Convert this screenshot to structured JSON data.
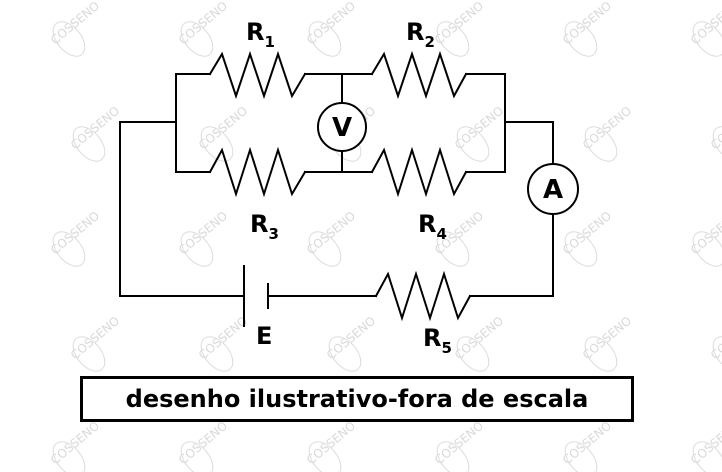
{
  "watermark": {
    "text": "COSSENO",
    "color": "#d9d9d9"
  },
  "components": {
    "R1": {
      "letter": "R",
      "index": "1"
    },
    "R2": {
      "letter": "R",
      "index": "2"
    },
    "R3": {
      "letter": "R",
      "index": "3"
    },
    "R4": {
      "letter": "R",
      "index": "4"
    },
    "R5": {
      "letter": "R",
      "index": "5"
    },
    "voltmeter": {
      "symbol": "V"
    },
    "ammeter": {
      "symbol": "A"
    },
    "battery": {
      "label": "E"
    }
  },
  "caption": "desenho ilustrativo-fora de escala"
}
